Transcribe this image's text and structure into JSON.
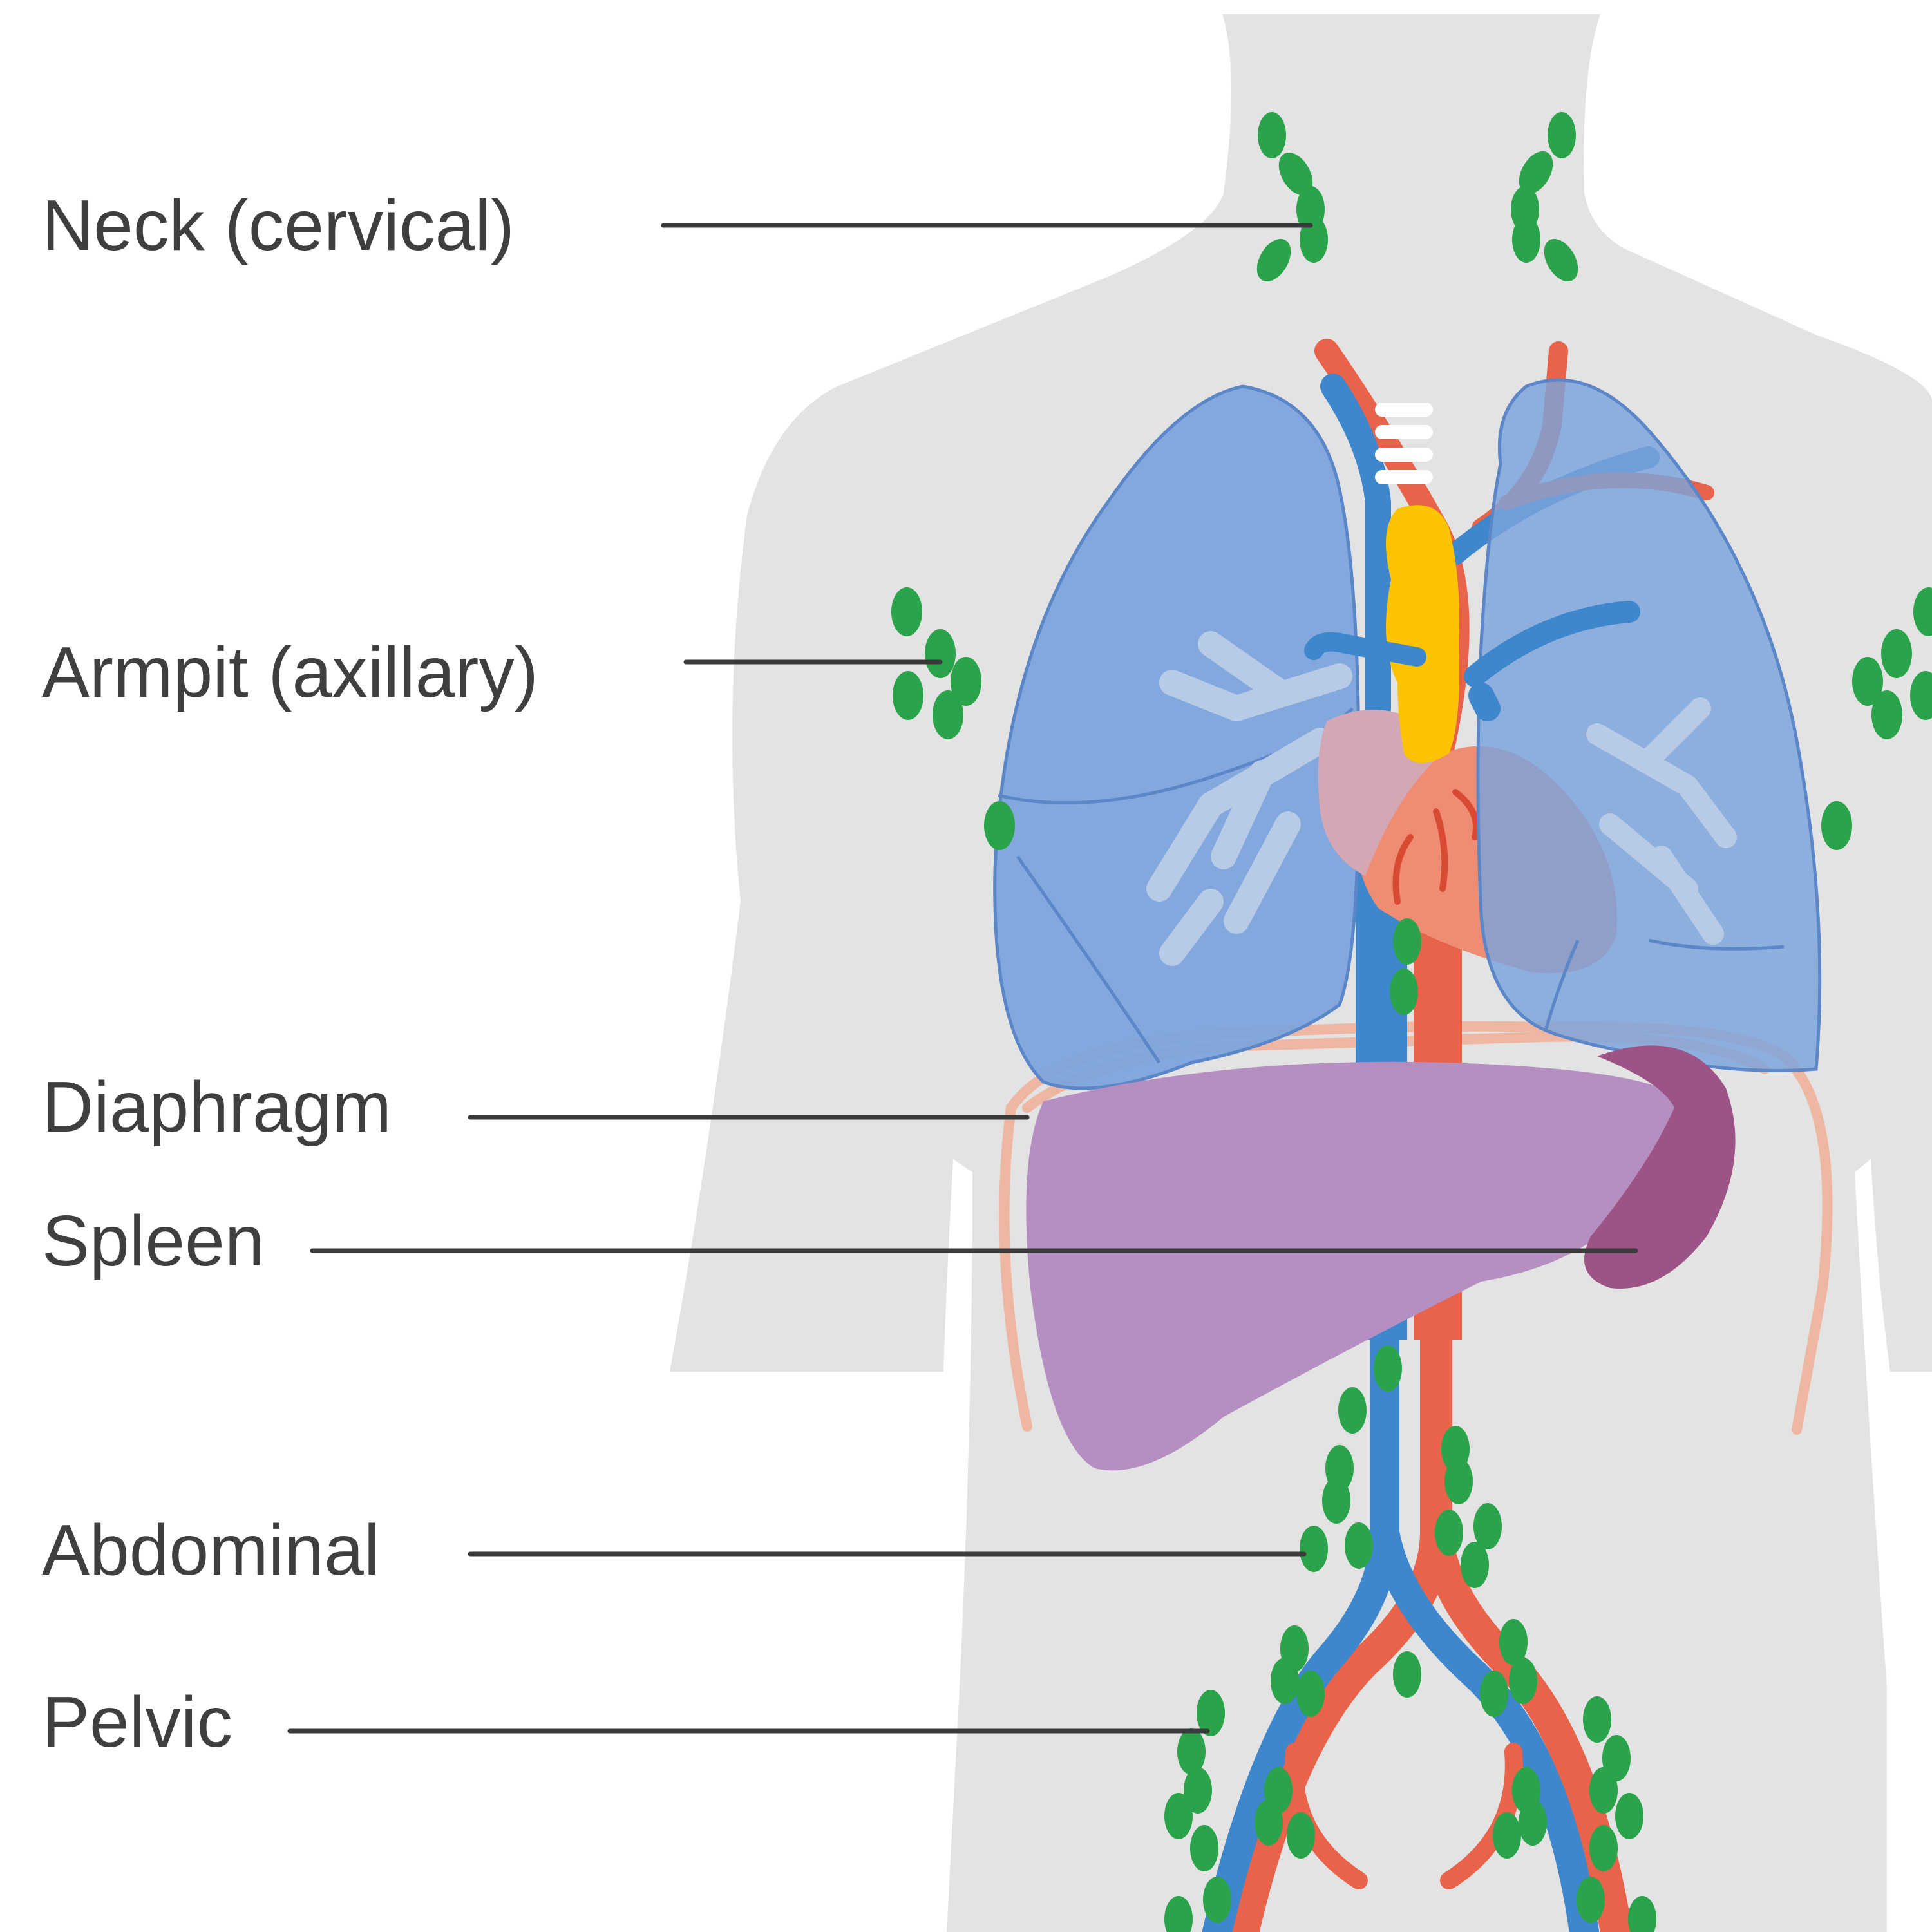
{
  "labels": {
    "neck": "Neck (cervical)",
    "armpit": "Armpit (axillary)",
    "diaphragm": "Diaphragm",
    "spleen": "Spleen",
    "abdominal": "Abdominal",
    "pelvic": "Pelvic"
  },
  "colors": {
    "background": "#ffffff",
    "body": "#e3e3e3",
    "lymph_node": "#2aa34a",
    "lung": "#7aa3dc",
    "lung_outline": "#5b86c7",
    "bronchi": "#b8cbe6",
    "artery": "#e8634a",
    "vein": "#3e87cc",
    "thymus": "#fcc400",
    "heart": "#ef8d74",
    "heart_shadow": "#c9a4b4",
    "liver": "#b68fc2",
    "spleen": "#9c5385",
    "diaphragm_rib": "#edb7a1",
    "trachea": "#ffffff",
    "leader_line": "#3a3a3a",
    "text": "#3f3f3f"
  },
  "icons": [
    "human-torso-silhouette",
    "lymph-node-dots",
    "lungs",
    "heart",
    "liver",
    "spleen",
    "aorta",
    "vena-cava"
  ]
}
